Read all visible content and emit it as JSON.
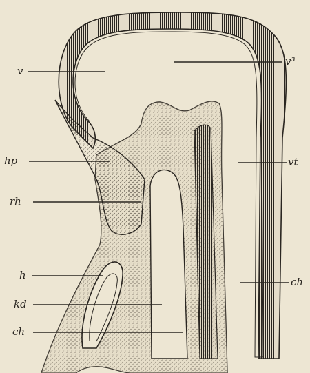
{
  "figure": {
    "labels": {
      "v": "v",
      "v3": "v³",
      "hp": "hp",
      "vt": "vt",
      "rh": "rh",
      "h": "h",
      "kd": "kd",
      "ch_left": "ch",
      "ch_right": "ch"
    },
    "colors": {
      "paper": "#ede6d3",
      "ink": "#2a2621",
      "tissue": "#d9cfb8"
    }
  }
}
